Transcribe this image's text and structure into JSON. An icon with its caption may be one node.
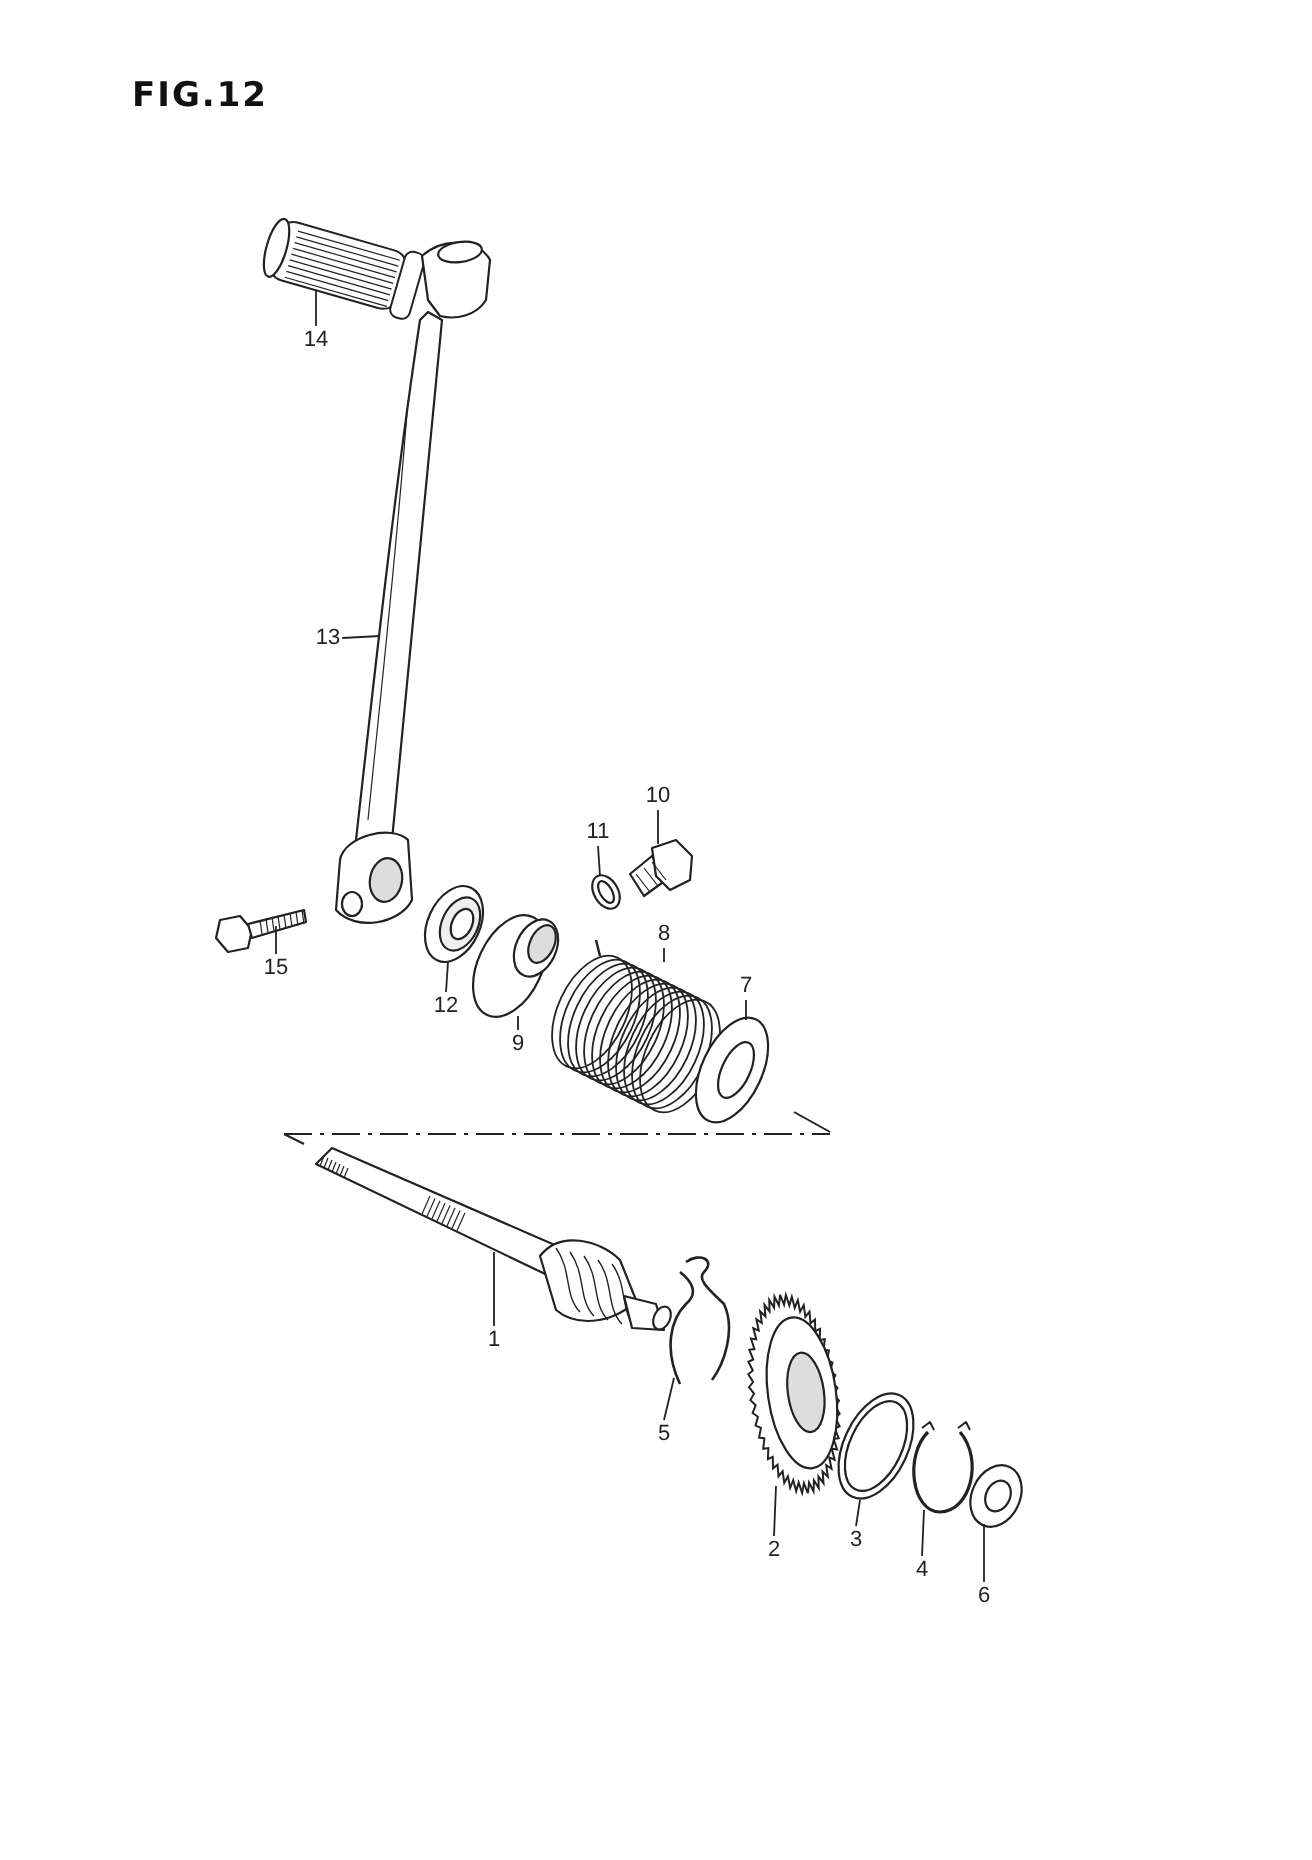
{
  "diagram": {
    "title": "FIG.12",
    "nodes": [
      {
        "text": [
          "14"
        ]
      },
      {
        "text": [
          "13"
        ]
      },
      {
        "text": [
          "10"
        ]
      },
      {
        "text": [
          "11"
        ]
      },
      {
        "text": [
          "8"
        ]
      },
      {
        "text": [
          "15"
        ]
      },
      {
        "text": [
          "7"
        ]
      },
      {
        "text": [
          "12"
        ]
      },
      {
        "text": [
          "9"
        ]
      },
      {
        "text": [
          "1"
        ]
      },
      {
        "text": [
          "5"
        ]
      },
      {
        "text": [
          "3"
        ]
      },
      {
        "text": [
          "2"
        ]
      },
      {
        "text": [
          "4"
        ]
      },
      {
        "text": [
          "6"
        ]
      },
      {
        "text": [],
        "shape": "picture"
      },
      {
        "text": [],
        "shape": "picture"
      },
      {
        "text": [],
        "shape": "picture"
      },
      {
        "text": [],
        "shape": "picture"
      },
      {
        "text": [],
        "shape": "picture"
      },
      {
        "text": [],
        "shape": "picture"
      },
      {
        "text": [],
        "shape": "picture"
      },
      {
        "text": [],
        "shape": "picture"
      },
      {
        "text": [],
        "shape": "picture"
      },
      {
        "text": [],
        "shape": "picture"
      },
      {
        "text": [],
        "shape": "picture"
      },
      {
        "text": [],
        "shape": "picture"
      },
      {
        "text": [],
        "shape": "picture"
      },
      {
        "text": [],
        "shape": "picture"
      },
      {
        "text": [],
        "shape": "picture"
      }
    ],
    "edges": [
      {
        "from": 0,
        "to": 15,
        "arrow": "none"
      },
      {
        "from": 1,
        "to": 16,
        "arrow": "none"
      },
      {
        "from": 2,
        "to": 17,
        "arrow": "none"
      },
      {
        "from": 3,
        "to": 18,
        "arrow": "none"
      },
      {
        "from": 4,
        "to": 22,
        "arrow": "none"
      },
      {
        "from": 5,
        "to": 19,
        "arrow": "none"
      },
      {
        "from": 6,
        "to": 23,
        "arrow": "none"
      },
      {
        "from": 7,
        "to": 20,
        "arrow": "none"
      },
      {
        "from": 8,
        "to": 21,
        "arrow": "none"
      },
      {
        "from": 9,
        "to": 24,
        "arrow": "none"
      },
      {
        "from": 10,
        "to": 25,
        "arrow": "none"
      },
      {
        "from": 11,
        "to": 27,
        "arrow": "none"
      },
      {
        "from": 12,
        "to": 26,
        "arrow": "none"
      },
      {
        "from": 13,
        "to": 28,
        "arrow": "none"
      },
      {
        "from": 14,
        "to": 29,
        "arrow": "none"
      }
    ]
  }
}
